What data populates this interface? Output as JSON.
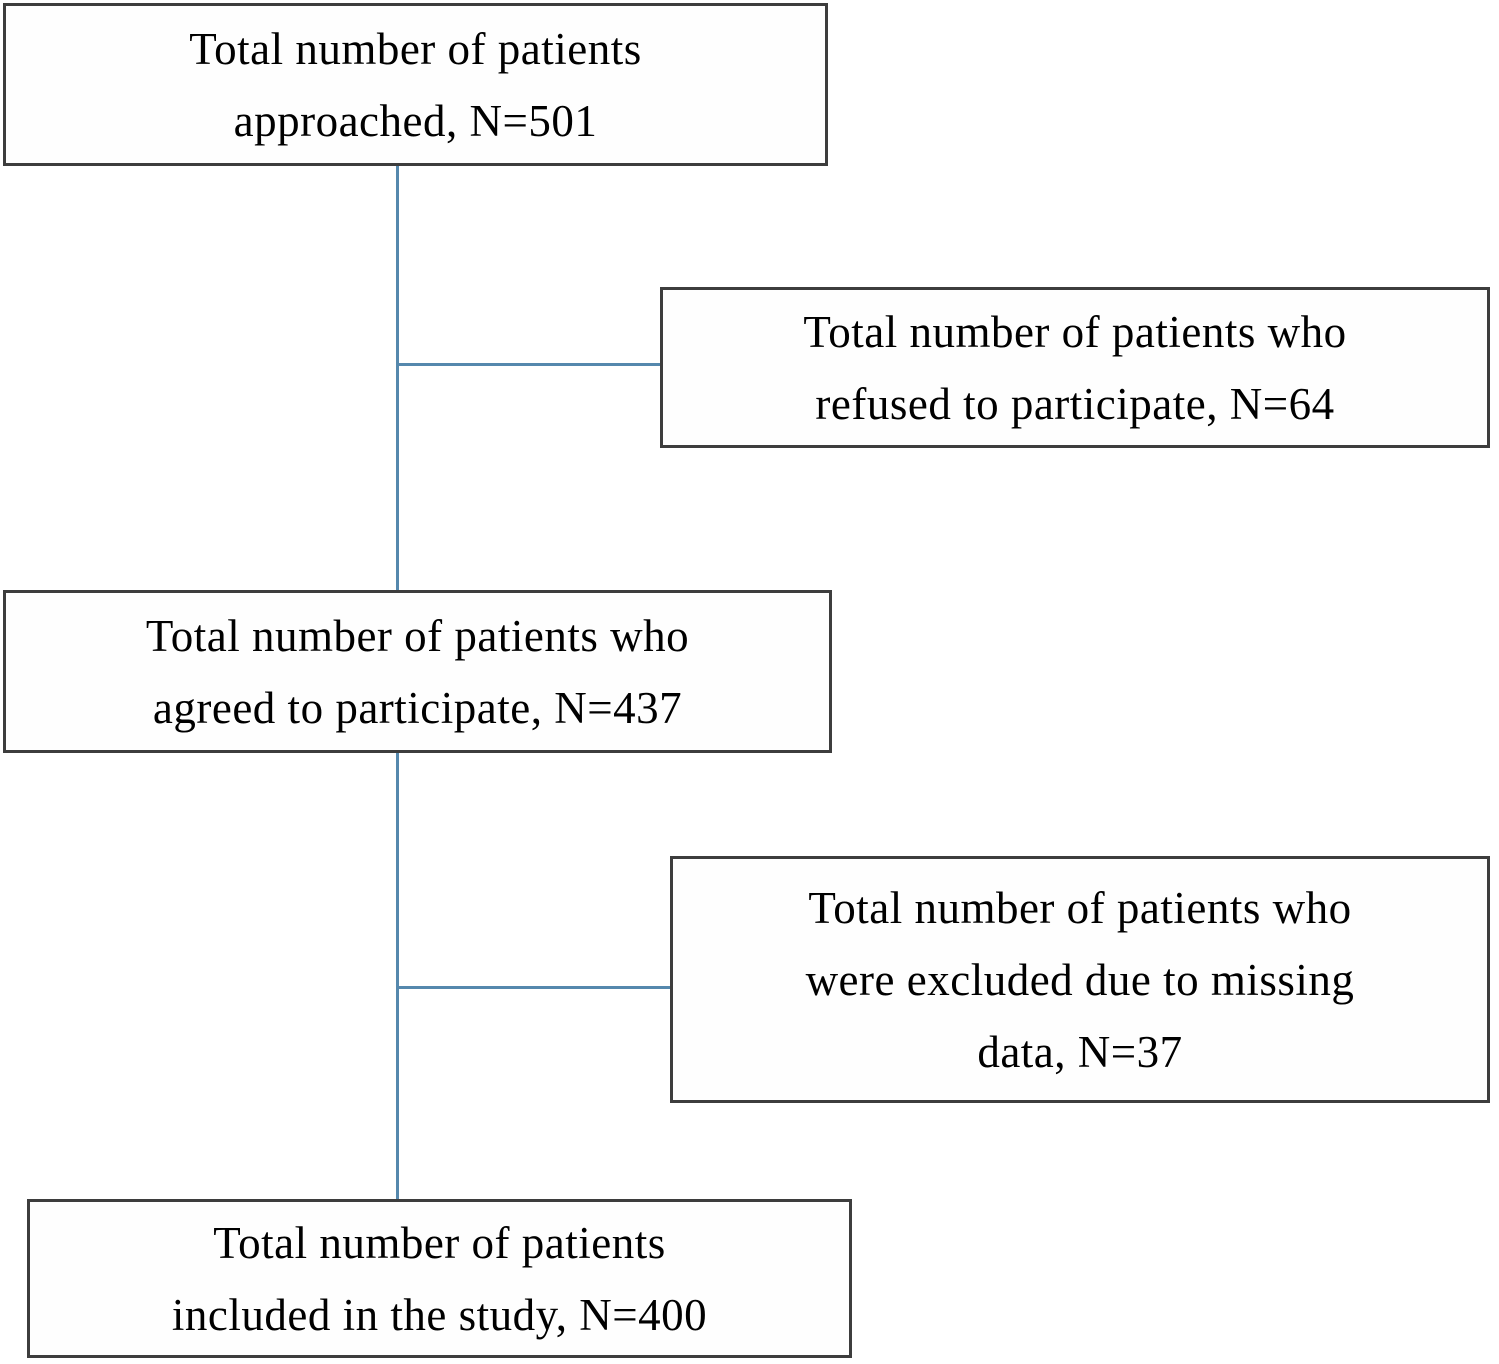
{
  "diagram": {
    "type": "flowchart",
    "topic": "Patient enrollment flow",
    "colors": {
      "box_border": "#3d3d3d",
      "connector": "#5588ad",
      "text": "#000000",
      "background": "#ffffff"
    },
    "nodes": {
      "approached": {
        "text": "Total number of patients approached, N=501",
        "lines": [
          "Total number of patients",
          "approached, N=501"
        ],
        "n": 501
      },
      "refused": {
        "text": "Total number of patients who refused to participate, N=64",
        "lines": [
          "Total number of patients who",
          "refused to participate, N=64"
        ],
        "n": 64
      },
      "agreed": {
        "text": "Total number of patients who agreed to participate, N=437",
        "lines": [
          "Total number of patients who",
          "agreed to participate, N=437"
        ],
        "n": 437
      },
      "excluded": {
        "text": "Total number of patients who were excluded due to missing data, N=37",
        "lines": [
          "Total number of patients who",
          "were excluded due to missing",
          "data, N=37"
        ],
        "n": 37
      },
      "included": {
        "text": "Total number of patients included in the study, N=400",
        "lines": [
          "Total number of patients",
          "included in the study, N=400"
        ],
        "n": 400
      }
    },
    "edges": [
      {
        "from": "approached",
        "to": "agreed",
        "shape": "vertical"
      },
      {
        "from": "approached",
        "to": "refused",
        "shape": "horizontal-branch"
      },
      {
        "from": "agreed",
        "to": "included",
        "shape": "vertical"
      },
      {
        "from": "agreed",
        "to": "excluded",
        "shape": "horizontal-branch"
      }
    ]
  }
}
